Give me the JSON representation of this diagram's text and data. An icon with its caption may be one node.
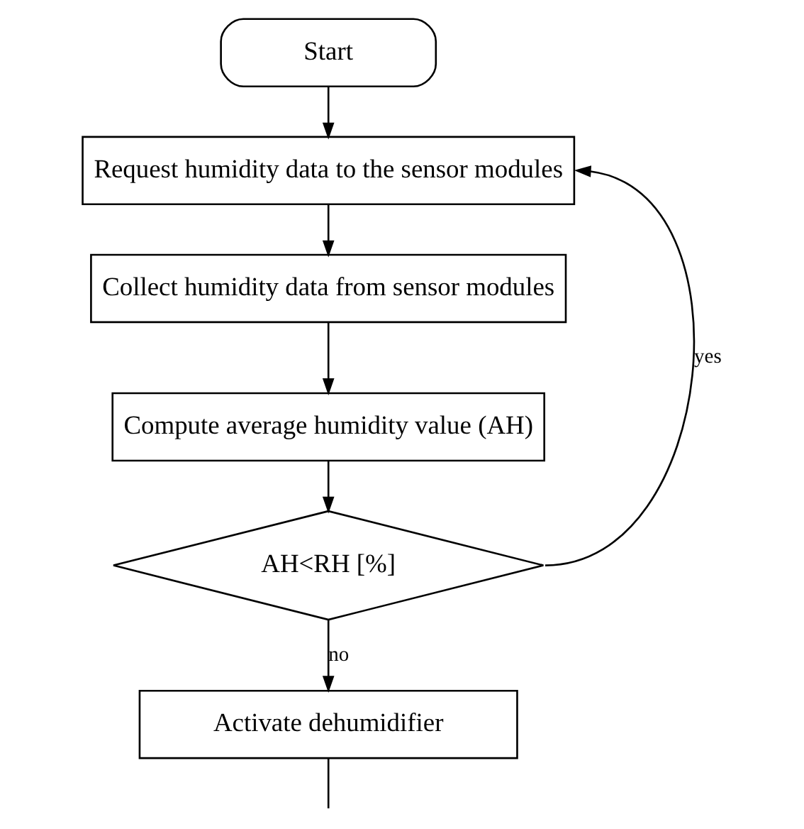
{
  "diagram": {
    "nodes": [
      {
        "text": [
          "Start"
        ]
      },
      {
        "text": [
          "Request humidity data to the sensor modules"
        ]
      },
      {
        "text": [
          "Collect humidity data from sensor modules"
        ]
      },
      {
        "text": [
          "Compute average humidity value (AH)"
        ]
      },
      {
        "text": [
          "AH<RH [%]"
        ]
      },
      {
        "text": [
          "Activate dehumidifier"
        ]
      }
    ],
    "edges": [
      {
        "from": 0,
        "to": 1,
        "arrow": "to"
      },
      {
        "from": 1,
        "to": 2,
        "arrow": "to"
      },
      {
        "from": 2,
        "to": 3,
        "arrow": "to"
      },
      {
        "from": 3,
        "to": 4,
        "arrow": "to"
      },
      {
        "from": 4,
        "to": 1,
        "arrow": "to",
        "label": "yes"
      },
      {
        "from": 4,
        "to": 5,
        "arrow": "to",
        "label": "no"
      },
      {
        "from": 5,
        "to": null,
        "arrow": "none"
      }
    ]
  }
}
